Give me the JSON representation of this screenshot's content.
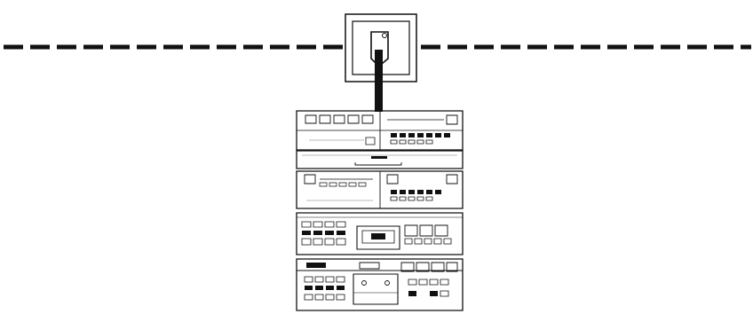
{
  "diagram": {
    "type": "stereo-system-wall-outlet-connection",
    "colors": {
      "ink": "#111111",
      "paper": "#ffffff",
      "faint": "#777777"
    },
    "elements": {
      "wall_line": "dashed-wall-line",
      "outlet": "wall-outlet-plate",
      "cable": "power-cable",
      "components": [
        {
          "name": "stereo-unit-1",
          "kind": "tuner-amplifier"
        },
        {
          "name": "stereo-unit-2",
          "kind": "equalizer"
        },
        {
          "name": "stereo-unit-3",
          "kind": "receiver"
        },
        {
          "name": "stereo-unit-4",
          "kind": "cassette-deck"
        },
        {
          "name": "stereo-unit-5",
          "kind": "double-cassette-deck"
        }
      ]
    }
  }
}
